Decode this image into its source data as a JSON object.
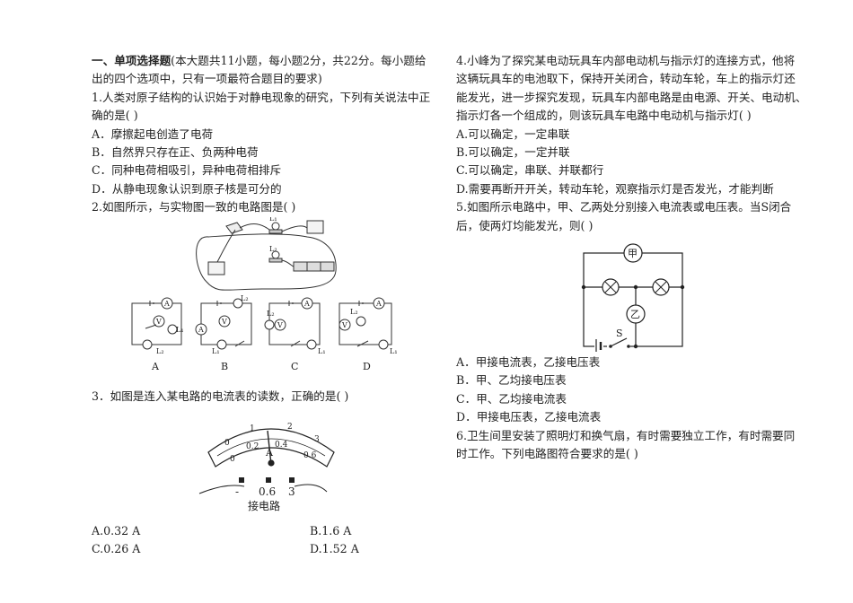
{
  "section": {
    "heading": "一、单项选择题",
    "note_line1": "(本大题共11小题，每小题2分，共22分。每小题给",
    "note_line2": "出的四个选项中，只有一项最符合题目的要求)"
  },
  "q1": {
    "stem_line1": "1.人类对原子结构的认识始于对静电现象的研究，下列有关说法中正",
    "stem_line2": "确的是(      )",
    "options": [
      "A．摩擦起电创造了电荷",
      "B．自然界只存在正、负两种电荷",
      "C．同种电荷相吸引，异种电荷相排斥",
      "D．从静电现象认识到原子核是可分的"
    ]
  },
  "q2": {
    "stem": "2.如图所示，与实物图一致的电路图是(      )",
    "photo_labels": {
      "l1": "L₁",
      "l2": "L₂"
    },
    "diagram_labels": [
      "A",
      "B",
      "C",
      "D"
    ],
    "meter_a": "A",
    "meter_v": "V",
    "lamp1": "L₁",
    "lamp2": "L₂"
  },
  "q3": {
    "stem": "3．如图是连入某电路的电流表的读数，正确的是(      )",
    "meter": {
      "upper_scale": [
        "0",
        "1",
        "2",
        "3"
      ],
      "lower_scale": [
        "0",
        "0.2",
        "0.4",
        "0.6"
      ],
      "unit": "A",
      "terminals": [
        "-",
        "0.6",
        "3"
      ],
      "caption": "接电路"
    },
    "options": [
      "A.0.32 A",
      "B.1.6 A",
      "C.0.26 A",
      "D.1.52 A"
    ]
  },
  "q4": {
    "stem_lines": [
      "4.小峰为了探究某电动玩具车内部电动机与指示灯的连接方式，他将",
      "这辆玩具车的电池取下，保持开关闭合，转动车轮，车上的指示灯还",
      "能发光，进一步探究发现，玩具车内部电路是由电源、开关、电动机、",
      "指示灯各一个组成的，则该玩具车电路中电动机与指示灯(       )"
    ],
    "options": [
      "A.可以确定，一定串联",
      "B.可以确定，一定并联",
      "C.可以确定，串联、并联都行",
      "D.需要再断开开关，转动车轮，观察指示灯是否发光，才能判断"
    ]
  },
  "q5": {
    "stem_line1": "5.如图所示电路中，甲、乙两处分别接入电流表或电压表。当S闭合",
    "stem_line2": "后，使两灯均能发光，则(      )",
    "labels": {
      "jia": "甲",
      "yi": "乙",
      "s": "S"
    },
    "options": [
      "A．甲接电流表，乙接电压表",
      "B．甲、乙均接电压表",
      "C．甲、乙均接电流表",
      "D．甲接电压表，乙接电流表"
    ]
  },
  "q6": {
    "stem_line1": "6.卫生间里安装了照明灯和换气扇，有时需要独立工作，有时需要同",
    "stem_line2": "时工作。下列电路图符合要求的是(      )"
  }
}
